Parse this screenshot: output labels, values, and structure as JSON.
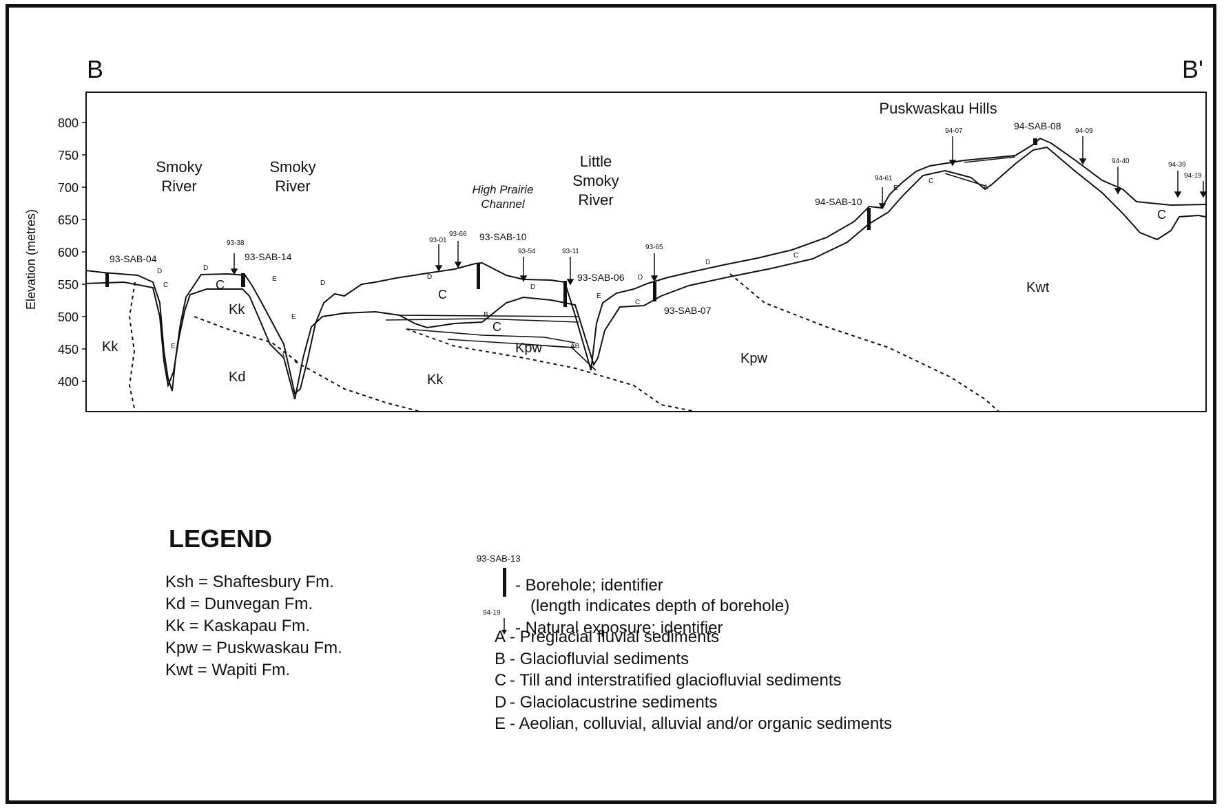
{
  "section": {
    "left_label": "B",
    "right_label": "B'",
    "y_axis_label": "Elevation (metres)",
    "y_ticks": [
      "800",
      "750",
      "700",
      "650",
      "600",
      "550",
      "500",
      "450",
      "400"
    ]
  },
  "places": {
    "smoky_river_1": [
      "Smoky",
      "River"
    ],
    "smoky_river_2": [
      "Smoky",
      "River"
    ],
    "high_prairie": [
      "High Prairie",
      "Channel"
    ],
    "little_smoky": [
      "Little",
      "Smoky",
      "River"
    ],
    "puskwaskau_hills": "Puskwaskau Hills"
  },
  "boreholes": [
    "93-SAB-04",
    "93-SAB-14",
    "93-SAB-10",
    "93-SAB-06",
    "93-SAB-07",
    "94-SAB-10",
    "94-SAB-08"
  ],
  "exposures": [
    "93-38",
    "93-01",
    "93-66",
    "93-54",
    "93-11",
    "93-65",
    "94-61",
    "94-07",
    "94-09",
    "94-40",
    "94-39",
    "94-19"
  ],
  "formation_labels": [
    "Kk",
    "Kd",
    "Kk",
    "Kk",
    "Kpw",
    "Kpw",
    "Kwt"
  ],
  "unit_labels": [
    "A",
    "B",
    "C",
    "D",
    "E",
    "AB"
  ],
  "legend": {
    "title": "LEGEND",
    "formations": [
      "Ksh = Shaftesbury Fm.",
      "Kd = Dunvegan Fm.",
      "Kk = Kaskapau Fm.",
      "Kpw = Puskwaskau Fm.",
      "Kwt = Wapiti Fm."
    ],
    "borehole_example_id": "93-SAB-13",
    "borehole_text": "- Borehole; identifier",
    "borehole_note": "(length indicates depth of borehole)",
    "exposure_example_id": "94-19",
    "exposure_text": "- Natural exposure; identifier",
    "units": [
      {
        "letter": "A",
        "text": "- Preglacial fluvial sediments"
      },
      {
        "letter": "B",
        "text": "- Glaciofluvial sediments"
      },
      {
        "letter": "C",
        "text": "- Till and interstratified glaciofluvial sediments"
      },
      {
        "letter": "D",
        "text": "- Glaciolacustrine sediments"
      },
      {
        "letter": "E",
        "text": "- Aeolian, colluvial, alluvial and/or organic sediments"
      }
    ]
  }
}
